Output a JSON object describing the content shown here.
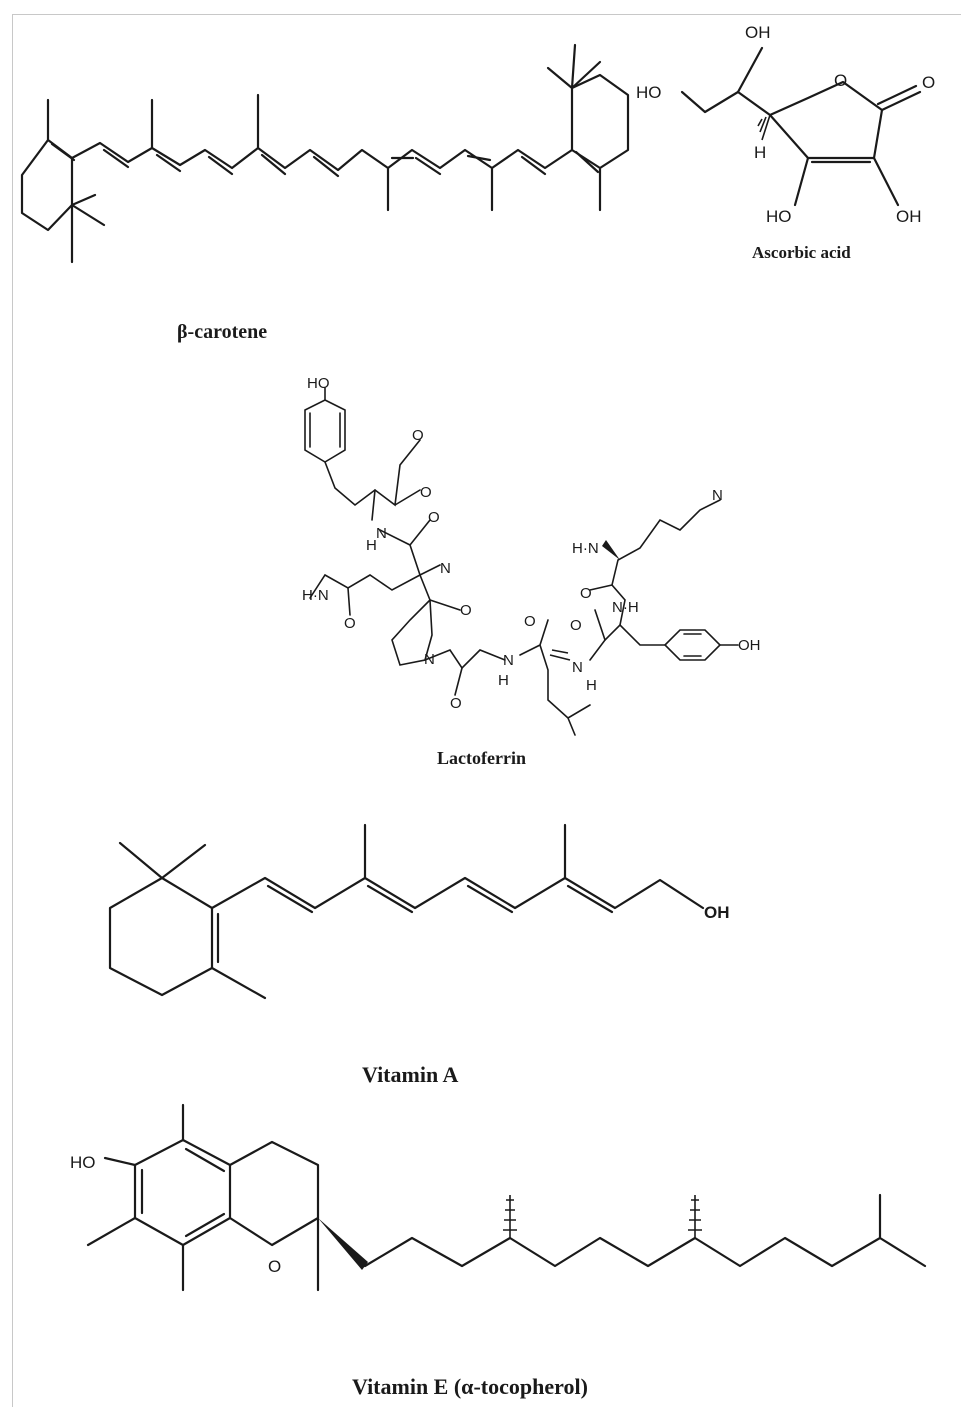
{
  "figure": {
    "structures": [
      {
        "id": "beta-carotene",
        "caption": "β-carotene"
      },
      {
        "id": "ascorbic-acid",
        "caption": "Ascorbic acid"
      },
      {
        "id": "lactoferrin",
        "caption": "Lactoferrin"
      },
      {
        "id": "vitamin-a",
        "caption": "Vitamin A"
      },
      {
        "id": "vitamin-e",
        "caption": "Vitamin E (α-tocopherol)"
      }
    ],
    "atom_labels": {
      "OH": "OH",
      "HO": "HO",
      "O": "O",
      "H": "H",
      "N": "N",
      "NH": "N·H",
      "H2N": "H·N",
      "oH": "OH"
    }
  }
}
